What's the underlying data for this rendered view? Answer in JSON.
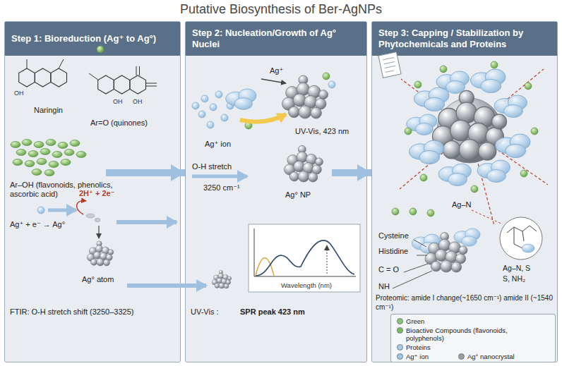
{
  "diagram": {
    "title": "Putative Biosynthesis of Ber-AgNPs",
    "nodes": [
      {
        "text": [
          "Step 1: Bioreduction (Ag⁺ to Ag°)"
        ]
      },
      {
        "text": [
          "Step 2: Nucleation/Growth of Ag° Nuclei"
        ]
      },
      {
        "text": [
          "Step 3: Capping / Stabilization by Phytochemicals and Proteins"
        ]
      }
    ],
    "edges": [
      {
        "from": 0,
        "to": 1,
        "arrow": "to"
      },
      {
        "from": 1,
        "to": 2,
        "arrow": "to"
      }
    ],
    "labels": [
      "Naringin",
      "OH",
      "OH",
      "OH",
      "Ar=O (quinones)",
      "Ar–OH (flavonoids, phenolics, ascorbic acid)",
      "2H⁺ + 2e⁻",
      "Ag⁺ + e⁻ → Ag°",
      "Ag° atom",
      "FTIR: O-H stretch shift (3250–3325)",
      "Ag⁺",
      "UV-Vis, 423 nm",
      "Ag⁺ ion",
      "O-H stretch",
      "3250 cm⁻¹",
      "Ag° NP",
      "Wavelength (nm)",
      "UV-Vis :",
      "SPR peak 423 nm",
      "Ag–N",
      "Cysteine",
      "Histidine",
      "C = O",
      "NH",
      "Ag–N, S",
      "S, NH₂",
      "Proteomic: amide I change(~1650 cm⁻¹) amide II (~1540 cm⁻¹)"
    ],
    "legend": [
      {
        "text": "Green",
        "color": "#8dc26f"
      },
      {
        "text": "Bioactive Compounds (flavonoids, polyphenols)",
        "color": "#7db85c"
      },
      {
        "text": "Proteins",
        "color": "#a9cde8"
      },
      {
        "text": "Ag⁺ ion",
        "color": "#9cc6e6"
      },
      {
        "text": "Ag° nanocrystal",
        "color": "#9a9ea3"
      }
    ]
  }
}
